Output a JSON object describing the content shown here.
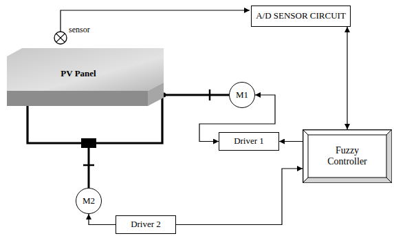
{
  "diagram": {
    "nodes": [
      {
        "text": [
          "A/D SENSOR CIRCUIT"
        ]
      },
      {
        "text": [
          "PV Panel"
        ]
      },
      {
        "text": [
          "M1"
        ]
      },
      {
        "text": [
          "Driver 1"
        ]
      },
      {
        "text": [
          "Fuzzy Controller"
        ]
      },
      {
        "text": [
          "M2"
        ]
      },
      {
        "text": [
          "Driver 2"
        ]
      }
    ],
    "edges": [
      {
        "from": 0,
        "to": 4,
        "arrow": "both"
      },
      {
        "from": 4,
        "to": 3,
        "arrow": "to"
      },
      {
        "from": 3,
        "to": 2,
        "arrow": "both"
      },
      {
        "from": 6,
        "to": 4,
        "arrow": "to"
      },
      {
        "from": 6,
        "to": 5,
        "arrow": "to"
      }
    ],
    "labels": [
      "sensor"
    ]
  }
}
